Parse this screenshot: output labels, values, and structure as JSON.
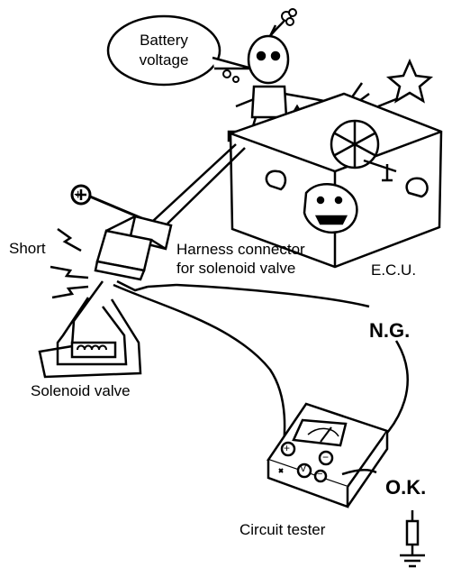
{
  "labels": {
    "bubble_line1": "Battery",
    "bubble_line2": "voltage",
    "short": "Short",
    "harness_line1": "Harness connector",
    "harness_line2": "for solenoid valve",
    "ecu": "E.C.U.",
    "ng": "N.G.",
    "solenoid_valve": "Solenoid valve",
    "ok": "O.K.",
    "circuit_tester": "Circuit tester"
  },
  "tester_terminals": [
    "+",
    "−",
    "V",
    "−"
  ],
  "positive_symbol": "+",
  "colors": {
    "ink": "#000000",
    "paper": "#ffffff"
  }
}
